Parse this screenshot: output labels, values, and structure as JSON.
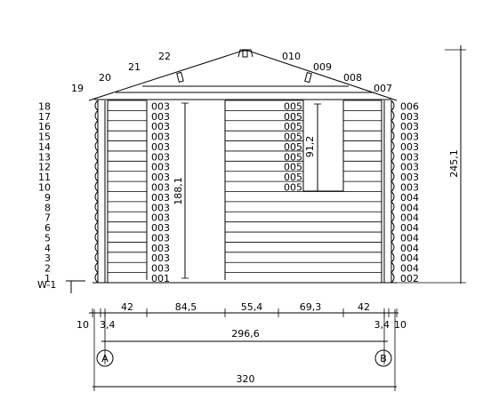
{
  "title": "",
  "left_log_numbers": [
    "18",
    "17",
    "16",
    "15",
    "14",
    "13",
    "12",
    "11",
    "10",
    "9",
    "8",
    "7",
    "6",
    "5",
    "4",
    "3",
    "2",
    "1"
  ],
  "roof_left_numbers": [
    "19",
    "20",
    "21",
    "22"
  ],
  "roof_right_numbers": [
    "010",
    "009",
    "008",
    "007"
  ],
  "left_panel_codes": [
    "003",
    "003",
    "003",
    "003",
    "003",
    "003",
    "003",
    "003",
    "003",
    "003",
    "003",
    "003",
    "003",
    "003",
    "003",
    "003",
    "003",
    "001"
  ],
  "right_panel_codes": [
    "006",
    "003",
    "003",
    "003",
    "003",
    "003",
    "003",
    "003",
    "003",
    "004",
    "004",
    "004",
    "004",
    "004",
    "004",
    "004",
    "004",
    "002"
  ],
  "window_codes": [
    "005",
    "005",
    "005",
    "005",
    "005",
    "005",
    "005",
    "005",
    "005"
  ],
  "dims": {
    "height_total": "245,1",
    "door_height": "188,1",
    "window_height": "91,2",
    "segments": [
      "42",
      "84,5",
      "55,4",
      "69,3",
      "42"
    ],
    "edge_left_outer": "10",
    "edge_left_inner": "3,4",
    "edge_right_inner": "3,4",
    "edge_right_outer": "10",
    "inner_span": "296,6",
    "overall": "320"
  },
  "level_label": "W-1",
  "axis_labels": [
    "A",
    "B"
  ]
}
